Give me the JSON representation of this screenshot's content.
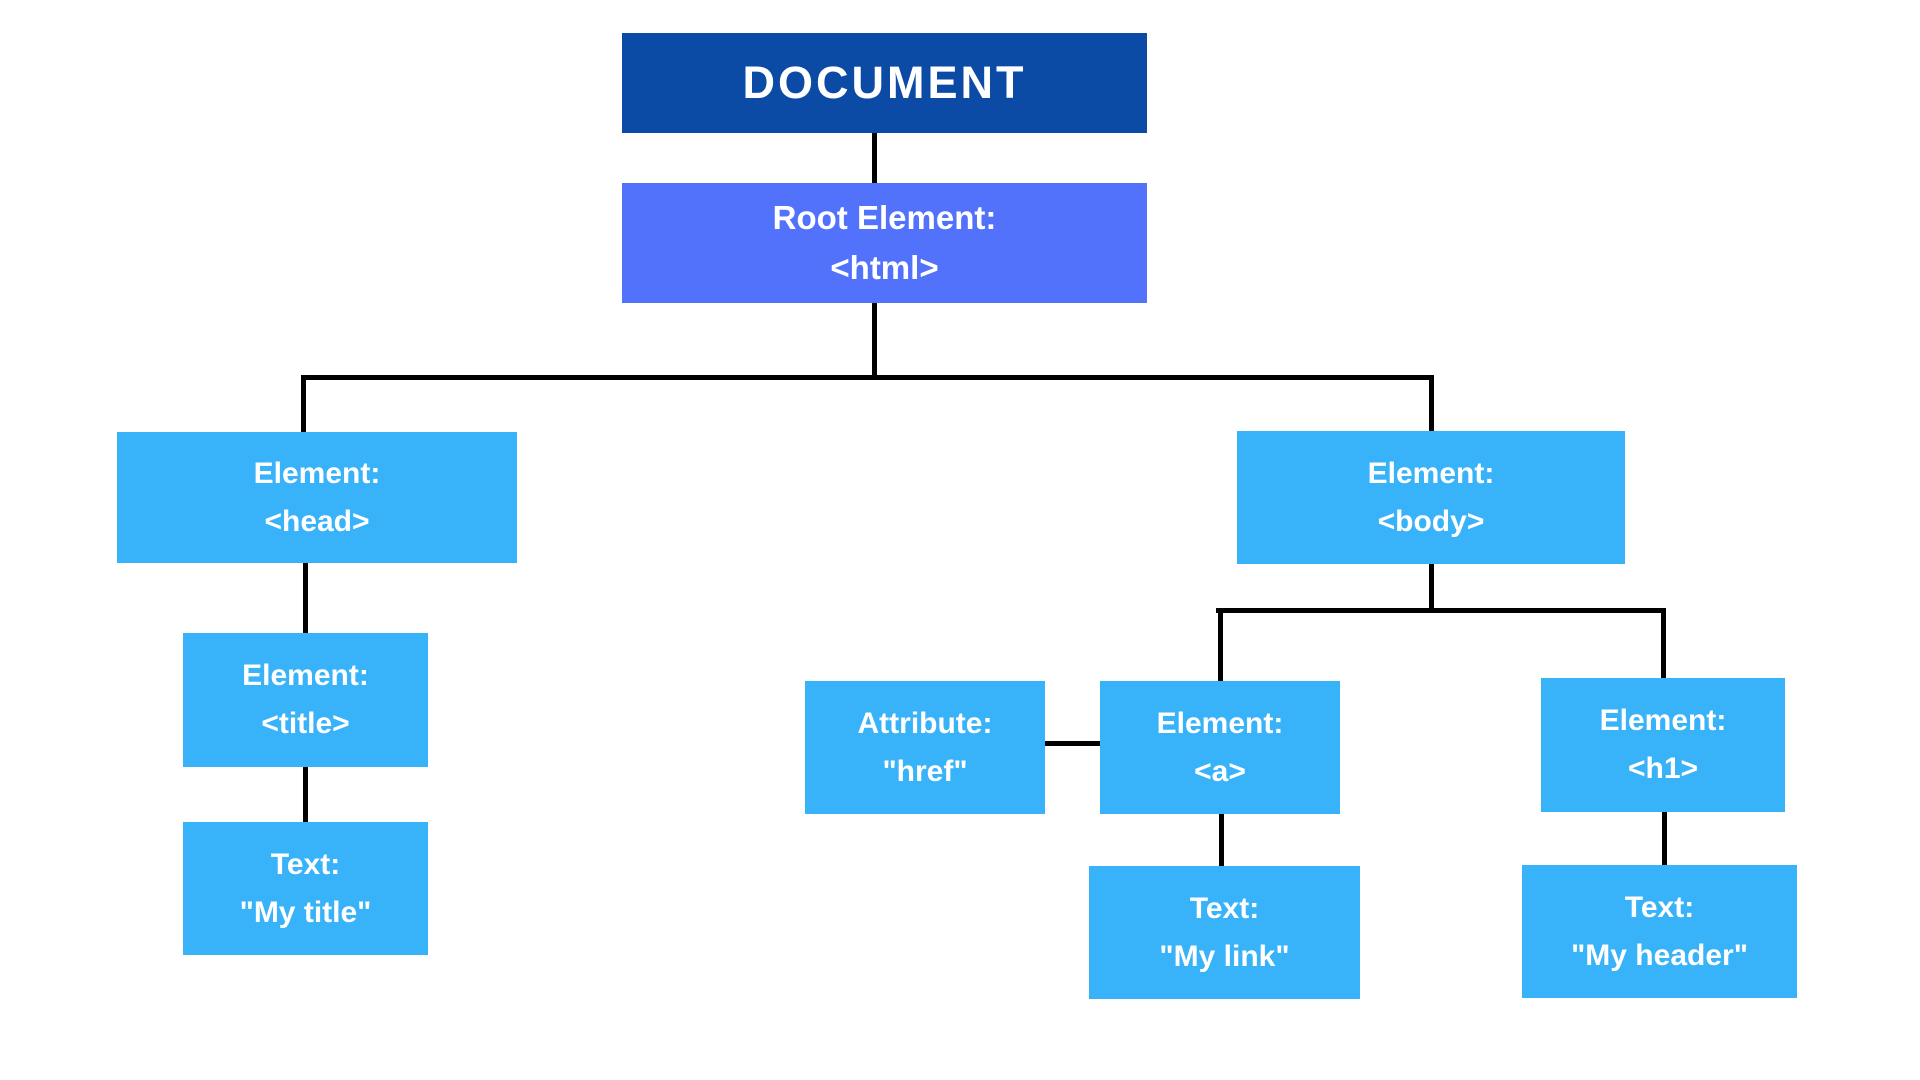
{
  "colors": {
    "navy": "#0b4aa5",
    "periwinkle": "#5272fb",
    "lightblue": "#38b2f8",
    "line": "#000000",
    "text": "#ffffff"
  },
  "nodes": {
    "document": {
      "label": "DOCUMENT"
    },
    "root": {
      "line1": "Root Element:",
      "line2": "<html>"
    },
    "head": {
      "line1": "Element:",
      "line2": "<head>"
    },
    "title": {
      "line1": "Element:",
      "line2": "<title>"
    },
    "title_text": {
      "line1": "Text:",
      "line2": "\"My title\""
    },
    "body": {
      "line1": "Element:",
      "line2": "<body>"
    },
    "href_attr": {
      "line1": "Attribute:",
      "line2": "\"href\""
    },
    "anchor": {
      "line1": "Element:",
      "line2": "<a>"
    },
    "h1": {
      "line1": "Element:",
      "line2": "<h1>"
    },
    "link_text": {
      "line1": "Text:",
      "line2": "\"My link\""
    },
    "header_text": {
      "line1": "Text:",
      "line2": "\"My header\""
    }
  }
}
